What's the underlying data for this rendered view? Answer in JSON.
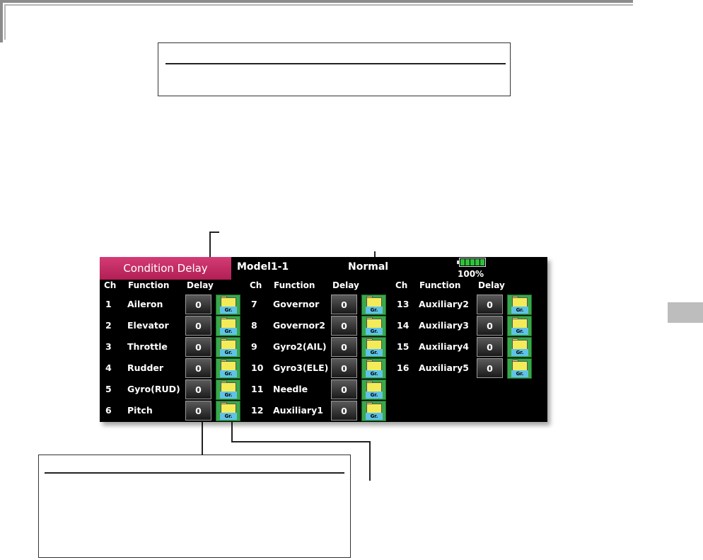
{
  "screen": {
    "title": "Condition Delay",
    "model_name": "Model1-1",
    "condition": "Normal",
    "battery_percent": "100%",
    "battery_level": 1.0,
    "columns": [
      {
        "ch_label": "Ch",
        "function_label": "Function",
        "delay_label": "Delay"
      },
      {
        "ch_label": "Ch",
        "function_label": "Function",
        "delay_label": "Delay"
      },
      {
        "ch_label": "Ch",
        "function_label": "Function",
        "delay_label": "Delay"
      }
    ],
    "group_button_label": "Gr.",
    "channels": [
      {
        "ch": "1",
        "function": "Aileron",
        "delay": "0"
      },
      {
        "ch": "2",
        "function": "Elevator",
        "delay": "0"
      },
      {
        "ch": "3",
        "function": "Throttle",
        "delay": "0"
      },
      {
        "ch": "4",
        "function": "Rudder",
        "delay": "0"
      },
      {
        "ch": "5",
        "function": "Gyro(RUD)",
        "delay": "0"
      },
      {
        "ch": "6",
        "function": "Pitch",
        "delay": "0"
      },
      {
        "ch": "7",
        "function": "Governor",
        "delay": "0"
      },
      {
        "ch": "8",
        "function": "Governor2",
        "delay": "0"
      },
      {
        "ch": "9",
        "function": "Gyro2(AIL)",
        "delay": "0"
      },
      {
        "ch": "10",
        "function": "Gyro3(ELE)",
        "delay": "0"
      },
      {
        "ch": "11",
        "function": "Needle",
        "delay": "0"
      },
      {
        "ch": "12",
        "function": "Auxiliary1",
        "delay": "0"
      },
      {
        "ch": "13",
        "function": "Auxiliary2",
        "delay": "0"
      },
      {
        "ch": "14",
        "function": "Auxiliary3",
        "delay": "0"
      },
      {
        "ch": "15",
        "function": "Auxiliary4",
        "delay": "0"
      },
      {
        "ch": "16",
        "function": "Auxiliary5",
        "delay": "0"
      }
    ]
  },
  "colors": {
    "title_tab": "#c42a63",
    "group_button": "#39a84b",
    "battery": "#2ec23a",
    "screen_bg": "#000000"
  }
}
